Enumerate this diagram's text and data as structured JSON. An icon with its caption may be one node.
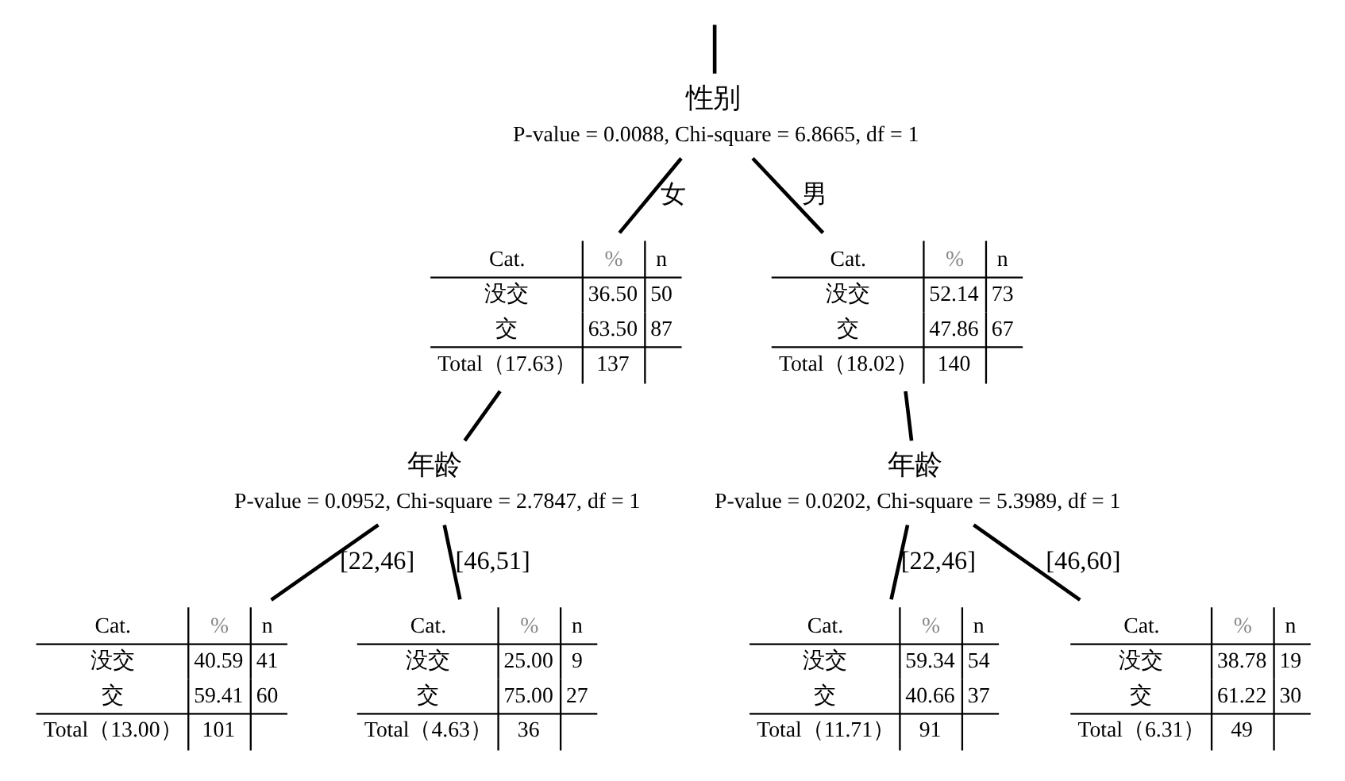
{
  "diagram": {
    "nodes": [
      {
        "text": [
          "性别",
          "P-value = 0.0088, Chi-square = 6.8665, df = 1"
        ]
      },
      {
        "text": [
          "Cat.",
          "%",
          "n",
          "没交",
          "36.50",
          "50",
          "交",
          "63.50",
          "87",
          "Total（17.63）",
          "137"
        ]
      },
      {
        "text": [
          "Cat.",
          "%",
          "n",
          "没交",
          "52.14",
          "73",
          "交",
          "47.86",
          "67",
          "Total（18.02）",
          "140"
        ]
      },
      {
        "text": [
          "年龄",
          "P-value = 0.0952, Chi-square = 2.7847, df = 1"
        ]
      },
      {
        "text": [
          "年龄",
          "P-value = 0.0202, Chi-square = 5.3989, df = 1"
        ]
      },
      {
        "text": [
          "Cat.",
          "%",
          "n",
          "没交",
          "40.59",
          "41",
          "交",
          "59.41",
          "60",
          "Total（13.00）",
          "101"
        ]
      },
      {
        "text": [
          "Cat.",
          "%",
          "n",
          "没交",
          "25.00",
          "9",
          "交",
          "75.00",
          "27",
          "Total（4.63）",
          "36"
        ]
      },
      {
        "text": [
          "Cat.",
          "%",
          "n",
          "没交",
          "59.34",
          "54",
          "交",
          "40.66",
          "37",
          "Total（11.71）",
          "91"
        ]
      },
      {
        "text": [
          "Cat.",
          "%",
          "n",
          "没交",
          "38.78",
          "19",
          "交",
          "61.22",
          "30",
          "Total（6.31）",
          "49"
        ]
      }
    ],
    "edges": [
      {
        "from": null,
        "to": 0,
        "arrow": "none"
      },
      {
        "from": 0,
        "to": 1,
        "arrow": "none",
        "label": "女"
      },
      {
        "from": 0,
        "to": 2,
        "arrow": "none",
        "label": "男"
      },
      {
        "from": 1,
        "to": 3,
        "arrow": "none"
      },
      {
        "from": 2,
        "to": 4,
        "arrow": "none"
      },
      {
        "from": 3,
        "to": 5,
        "arrow": "none",
        "label": "[22,46]"
      },
      {
        "from": 3,
        "to": 6,
        "arrow": "none",
        "label": "[46,51]"
      },
      {
        "from": 4,
        "to": 7,
        "arrow": "none",
        "label": "[22,46]"
      },
      {
        "from": 4,
        "to": 8,
        "arrow": "none",
        "label": "[46,60]"
      }
    ]
  }
}
